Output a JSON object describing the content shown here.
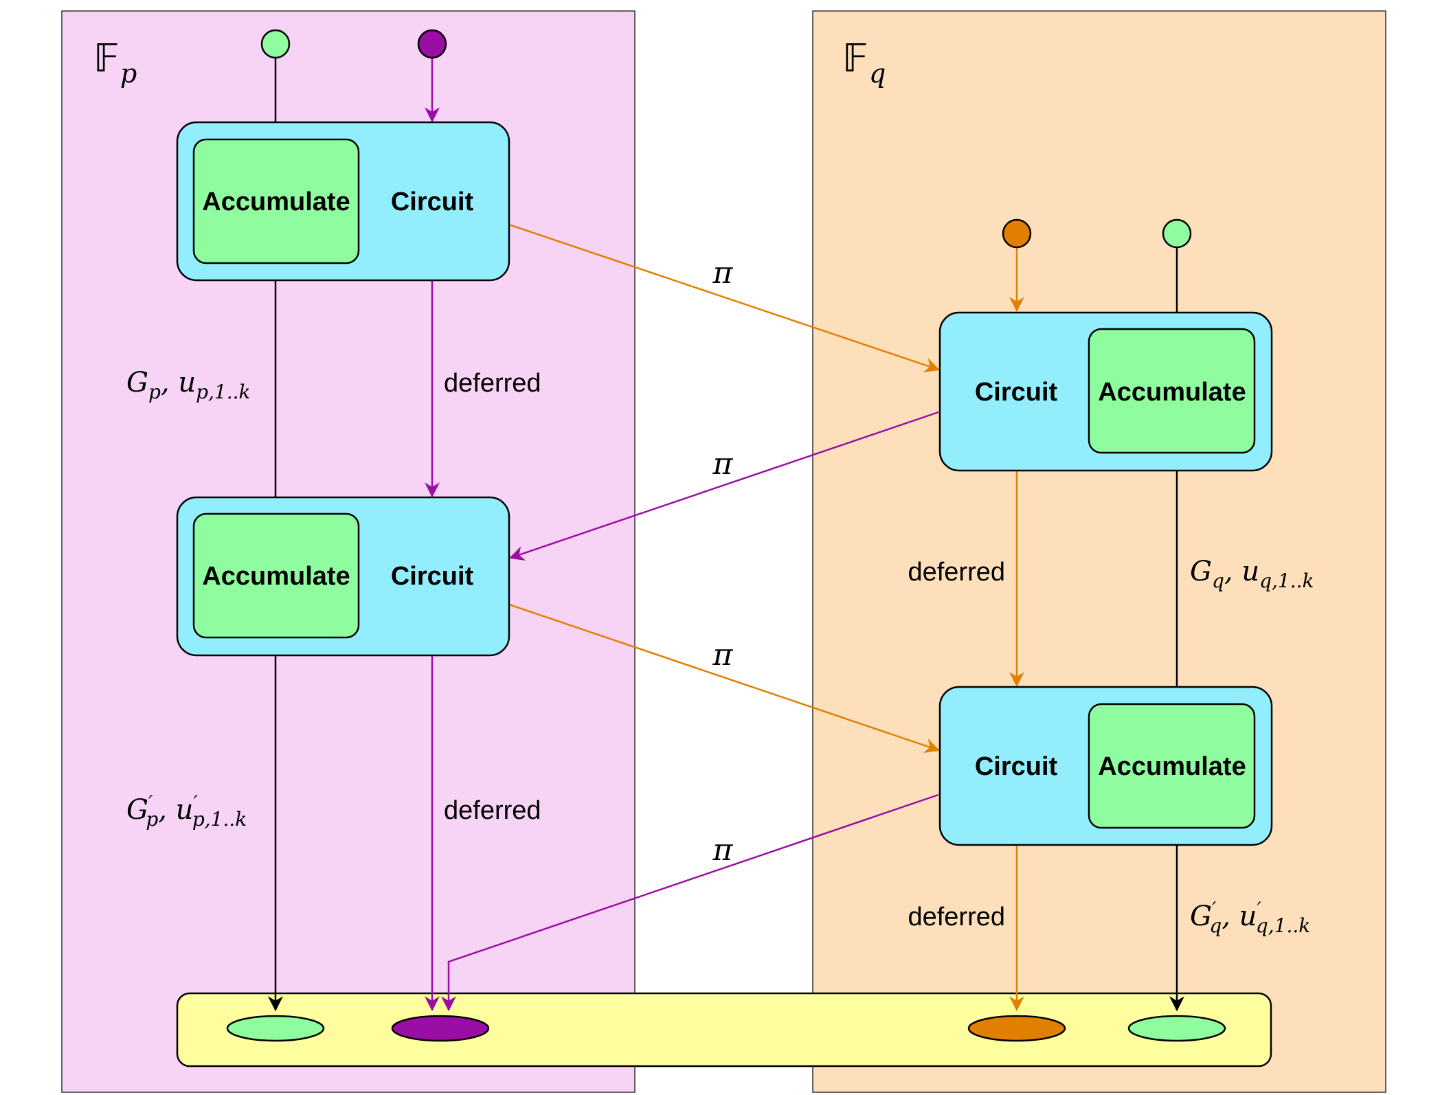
{
  "fields": {
    "left": {
      "symbol": "𝔽",
      "subscript": "p",
      "bg": "#f7d4f5"
    },
    "right": {
      "symbol": "𝔽",
      "subscript": "q",
      "bg": "#fde0bb"
    }
  },
  "nodes": {
    "accumulate_label": "Accumulate",
    "circuit_label": "Circuit"
  },
  "edges": {
    "proof_label": "π",
    "deferred_label": "deferred",
    "left_acc_1": {
      "base": "G",
      "sub1": "p",
      "mid": ", u",
      "sub2": "p,1..k"
    },
    "left_acc_2": {
      "base": "G",
      "prime": "′",
      "sub1": "p",
      "mid": ", u",
      "prime2": "′",
      "sub2": "p,1..k"
    },
    "right_acc_1": {
      "base": "G",
      "sub1": "q",
      "mid": ", u",
      "sub2": "q,1..k"
    },
    "right_acc_2": {
      "base": "G",
      "prime": "′",
      "sub1": "q",
      "mid": ", u",
      "prime2": "′",
      "sub2": "q,1..k"
    }
  },
  "colors": {
    "circuit_bg": "#92edfd",
    "accumulate_bg": "#8ffd9f",
    "output_bar_bg": "#fefe9e",
    "purple": "#9b0ea5",
    "orange": "#e17f00",
    "green_token": "#8ffd9f",
    "black": "#000000"
  }
}
